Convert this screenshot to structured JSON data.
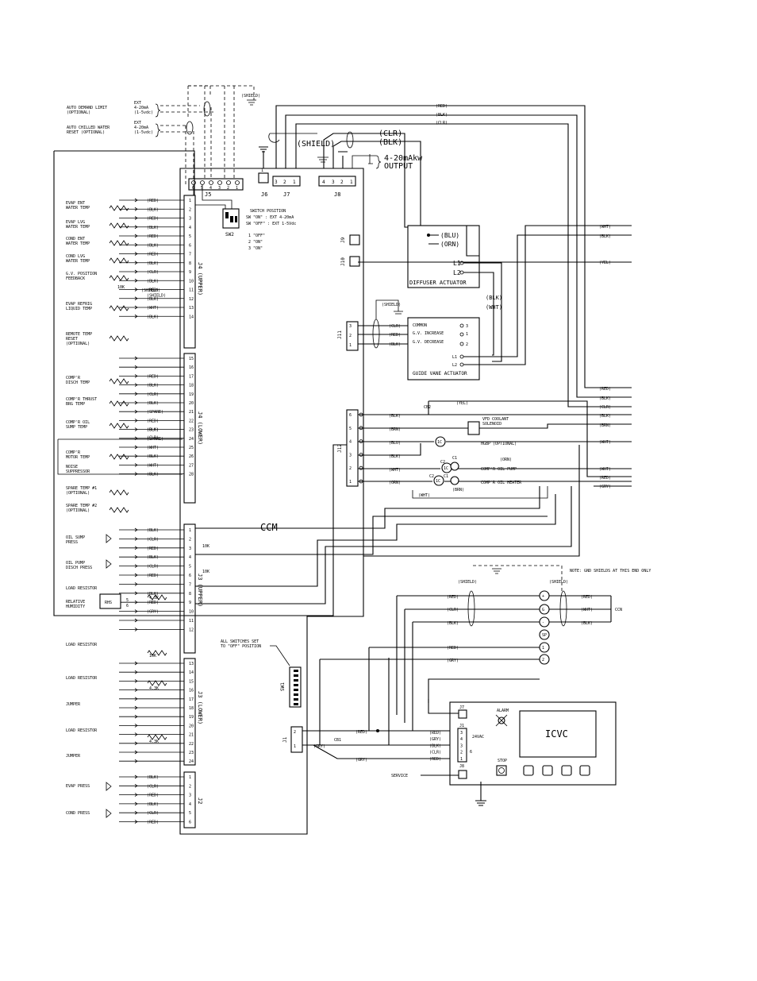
{
  "board": {
    "ccm_label": "CCM"
  },
  "header": {
    "auto_demand_limit": [
      "AUTO DEMAND LIMIT",
      "(OPTIONAL)"
    ],
    "auto_chilled_water": [
      "AUTO CHILLED WATER",
      "RESET (OPTIONAL)"
    ],
    "ext_sig": [
      "EXT",
      "4-20mA",
      "(1-5vdc)"
    ],
    "shield": "(SHIELD)",
    "shield_big": "(SHIELD)",
    "clr": "(CLR)",
    "blk": "(BLK)",
    "output": [
      "4-20mAkw",
      "OUTPUT"
    ]
  },
  "connectors": {
    "j5": "J5",
    "j6": "J6",
    "j7": "J7",
    "j8": "J8",
    "j9": "J9",
    "j10": "J10",
    "j11": "J11",
    "j12": "J12",
    "j1": "J1",
    "j2": "J2",
    "j4u": "J4 (UPPER)",
    "j4l": "J4 (LOWER)",
    "j3u": "J3 (UPPER)",
    "j3l": "J3 (LOWER)",
    "sw1": "SW1",
    "sw2": "SW2"
  },
  "switch_position": {
    "title": "SWITCH POSITION",
    "on": "SW \"ON\"  : EXT 4-20mA",
    "off": "SW \"OFF\" : EXT 1-5Vdc",
    "list": [
      "1 \"OFF\"",
      "2 \"ON\"",
      "3 \"ON\""
    ]
  },
  "j4_upper": {
    "sensors": [
      [
        "EVAP ENT",
        "WATER TEMP"
      ],
      [
        "EVAP LVG",
        "WATER TEMP"
      ],
      [
        "COND ENT",
        "WATER TEMP"
      ],
      [
        "COND LVG",
        "WATER TEMP"
      ],
      [
        "G.V. POSITION",
        "FEEDBACK"
      ],
      [
        "EVAP REFRIG",
        "LIQUID TEMP"
      ],
      [
        "REMOTE TEMP",
        "RESET",
        "(OPTIONAL)"
      ]
    ],
    "wires": [
      "(RED)",
      "(BLK)",
      "(RED)",
      "(BLK)",
      "(RED)",
      "(BLK)",
      "(RED)",
      "(BLK)",
      "(CLR)",
      "(BLK)",
      "(SHIELD)",
      "(RED)",
      "(BLK)",
      "(WHT)",
      "(BLK)"
    ],
    "pins": [
      "1",
      "2",
      "3",
      "4",
      "5",
      "6",
      "7",
      "8",
      "9",
      "10",
      "11",
      "12",
      "13",
      "14"
    ],
    "res": "10K"
  },
  "j4_lower": {
    "sensors": [
      [
        "COMP'R",
        "DISCH TEMP"
      ],
      [
        "COMP'R THRUST",
        "BRG TEMP"
      ],
      [
        "COMP'R OIL",
        "SUMP TEMP"
      ],
      [
        "COMP'R",
        "MOTOR TEMP"
      ],
      [
        "NOISE",
        "SUPPRESSOR"
      ],
      [
        "SPARE TEMP #1",
        "(OPTIONAL)"
      ],
      [
        "SPARE TEMP #2",
        "(OPTIONAL)"
      ]
    ],
    "wires": [
      "(RED)",
      "(BLK)",
      "(CLR)",
      "(BLK)",
      "(SPARE)",
      "(RED)",
      "(BLK)",
      "(CLR)",
      "(BLK)",
      "(SPARE)",
      "(WHT)",
      "(BLK)",
      "(WHT)",
      "(BLK)"
    ],
    "pins": [
      "15",
      "16",
      "17",
      "18",
      "19",
      "20",
      "21",
      "22",
      "23",
      "24",
      "25",
      "26",
      "27",
      "28"
    ]
  },
  "j3_upper": {
    "labels": [
      [
        "OIL SUMP",
        "PRESS"
      ],
      [
        "OIL PUMP",
        "DISCH PRESS"
      ],
      [
        "LOAD RESISTOR"
      ],
      [
        "RELATIVE",
        "HUMIDITY"
      ]
    ],
    "wires": [
      "(BLK)",
      "(CLR)",
      "(RED)",
      "(BLK)",
      "(CLR)",
      "(RED)",
      "(BLK)",
      "(RED)",
      "(GRY)"
    ],
    "pins": [
      "1",
      "2",
      "3",
      "4",
      "5",
      "6",
      "7",
      "8",
      "9",
      "10",
      "11",
      "12"
    ],
    "rhs": "RHS",
    "res": [
      "10K",
      "10K",
      "4.3K"
    ],
    "rhs_pins": [
      "5",
      "6"
    ]
  },
  "j3_lower": {
    "labels": [
      "LOAD RESISTOR",
      "LOAD RESISTOR",
      "JUMPER",
      "LOAD RESISTOR",
      "JUMPER"
    ],
    "pins": [
      "13",
      "14",
      "15",
      "16",
      "17",
      "18",
      "19",
      "20",
      "21",
      "22",
      "23",
      "24"
    ],
    "res": [
      "10K",
      "4.3K",
      "4.3K"
    ]
  },
  "j2": {
    "labels": [
      [
        "EVAP PRESS"
      ],
      [
        "COND PRESS"
      ]
    ],
    "wires": [
      "(BLK)",
      "(CLR)",
      "(RED)",
      "(BLK)",
      "(CLR)",
      "(RED)"
    ],
    "pins": [
      "1",
      "2",
      "3",
      "4",
      "5",
      "6"
    ]
  },
  "sw1_note": [
    "ALL SWITCHES SET",
    "TO \"OFF\" POSITION"
  ],
  "diffuser": {
    "title": "DIFFUSER ACTUATOR",
    "blu": "(BLU)",
    "orn": "(ORN)",
    "l1": "L1",
    "l2": "L2",
    "wht": "(WHT)",
    "blk": "(BLK)",
    "yel": "(YEL)"
  },
  "guide_vane": {
    "title": "GUIDE VANE ACTUATOR",
    "rows": [
      "COMMON",
      "G.V. INCREASE",
      "G.V. DECREASE"
    ],
    "pins": [
      "3",
      "1",
      "2"
    ],
    "l1": "L1",
    "l2": "L2",
    "blk": "(BLK)",
    "wht": "(WHT)",
    "wires": [
      "(CLR)",
      "(RED)",
      "(BLK)"
    ],
    "shield": "(SHIELD)"
  },
  "j12": {
    "pins": [
      "6",
      "5",
      "4",
      "3",
      "2",
      "1"
    ],
    "wires": [
      "(BLK)",
      "(BRN)",
      "(BLU)",
      "(BLK)",
      "(WHT)",
      "(ORN)"
    ],
    "cb2": "CB2",
    "vfd": [
      "VFD COOLANT",
      "SOLENOID"
    ],
    "hgbp": "HGBP (OPTIONAL)",
    "oil_pump": "COMP'R OIL PUMP",
    "oil_heater": "COMP'R OIL HEATER",
    "c1": "C1",
    "c2": "C2",
    "ic": "1C",
    "yel": "(YEL)",
    "brn": "(BRN)",
    "orn": "(ORN)",
    "wht": "(WHT)",
    "blu": "(BLU)",
    "blk": "(BLK)",
    "red": "(RED)",
    "gry": "(GRY)"
  },
  "right_edge": [
    "(WHT)",
    "(BLK)",
    "(YEL)",
    "(RED)",
    "(BLK)",
    "(CLR)",
    "(BLK)",
    "(BRN)",
    "(WHT)",
    "(WHT)",
    "(RED)",
    "(GRY)"
  ],
  "ccn": {
    "note": "NOTE: GND SHIELDS AT THIS END ONLY",
    "shield": "(SHIELD)",
    "wires": [
      "(RED)",
      "(CLR)",
      "(BLK)",
      "(RED)",
      "(GRY)"
    ],
    "right_wires": [
      "(RED)",
      "(WHT)",
      "(BLK)"
    ],
    "terms": [
      "+",
      "G",
      "-",
      "SP",
      "1",
      "2"
    ],
    "label": "CCN"
  },
  "j1": {
    "pins": [
      "2",
      "1"
    ],
    "wires": [
      "(RED)",
      "(GRY)",
      "(GRY)"
    ],
    "cb1": "CB1"
  },
  "icvc": {
    "title": "ICVC",
    "alarm": "ALARM",
    "stop": "STOP",
    "service": "SERVICE",
    "j7": "J7",
    "j1": "J1",
    "j8": "J8",
    "v24": "24VAC",
    "pins": [
      "3",
      "4",
      "3",
      "2",
      "1"
    ],
    "wires": [
      "(RED)",
      "(GRY)",
      "(BLK)",
      "(CLR)",
      "(RED)"
    ],
    "pin6": "6"
  }
}
